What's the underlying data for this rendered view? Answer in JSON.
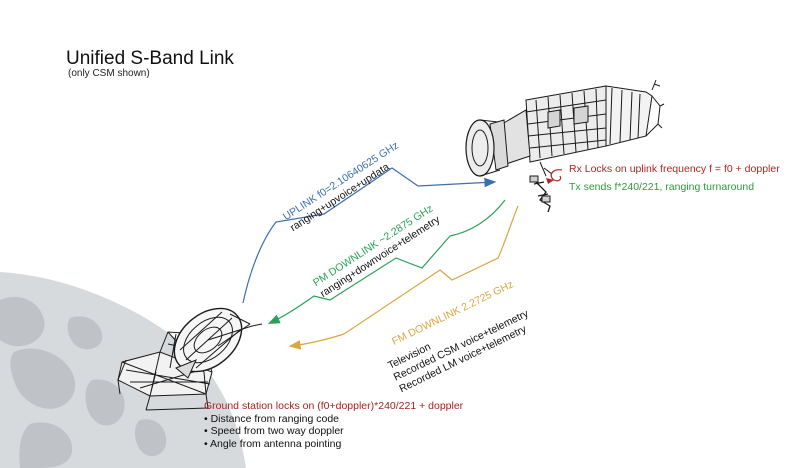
{
  "title": "Unified S-Band Link",
  "subtitle": "(only CSM shown)",
  "uplink": {
    "label": "UPLINK f0=2.10640625 GHz",
    "content": "ranging+upvoice+updata"
  },
  "pm_downlink": {
    "label": "PM DOWNLINK ~2.2875 GHz",
    "content": "ranging+downvoice+telemetry"
  },
  "fm_downlink": {
    "label": "FM DOWNLINK 2.2725 GHz",
    "items": [
      "Television",
      "Recorded CSM voice+telemetry",
      "Recorded LM voice+telemetry"
    ]
  },
  "spacecraft": {
    "rx_text": "Rx Locks on uplink frequency f = f0 + doppler",
    "tx_text": "Tx sends f*240/221, ranging turnaround"
  },
  "ground_station": {
    "heading": "Ground station locks on (f0+doppler)*240/221 + doppler",
    "bullets": [
      "• Distance from ranging code",
      "• Speed from two way doppler",
      "• Angle from antenna pointing"
    ]
  },
  "colors": {
    "uplink": "#3a6fb0",
    "pm_downlink": "#2aa05a",
    "fm_downlink": "#d9a640",
    "rx": "#b02626",
    "tx": "#2e9a3e",
    "ground_heading": "#a52222",
    "earth": "#d7dadd",
    "earth_land": "#bfc3c7"
  },
  "icons": [
    "earth-icon",
    "ground-antenna-icon",
    "csm-spacecraft-icon"
  ]
}
